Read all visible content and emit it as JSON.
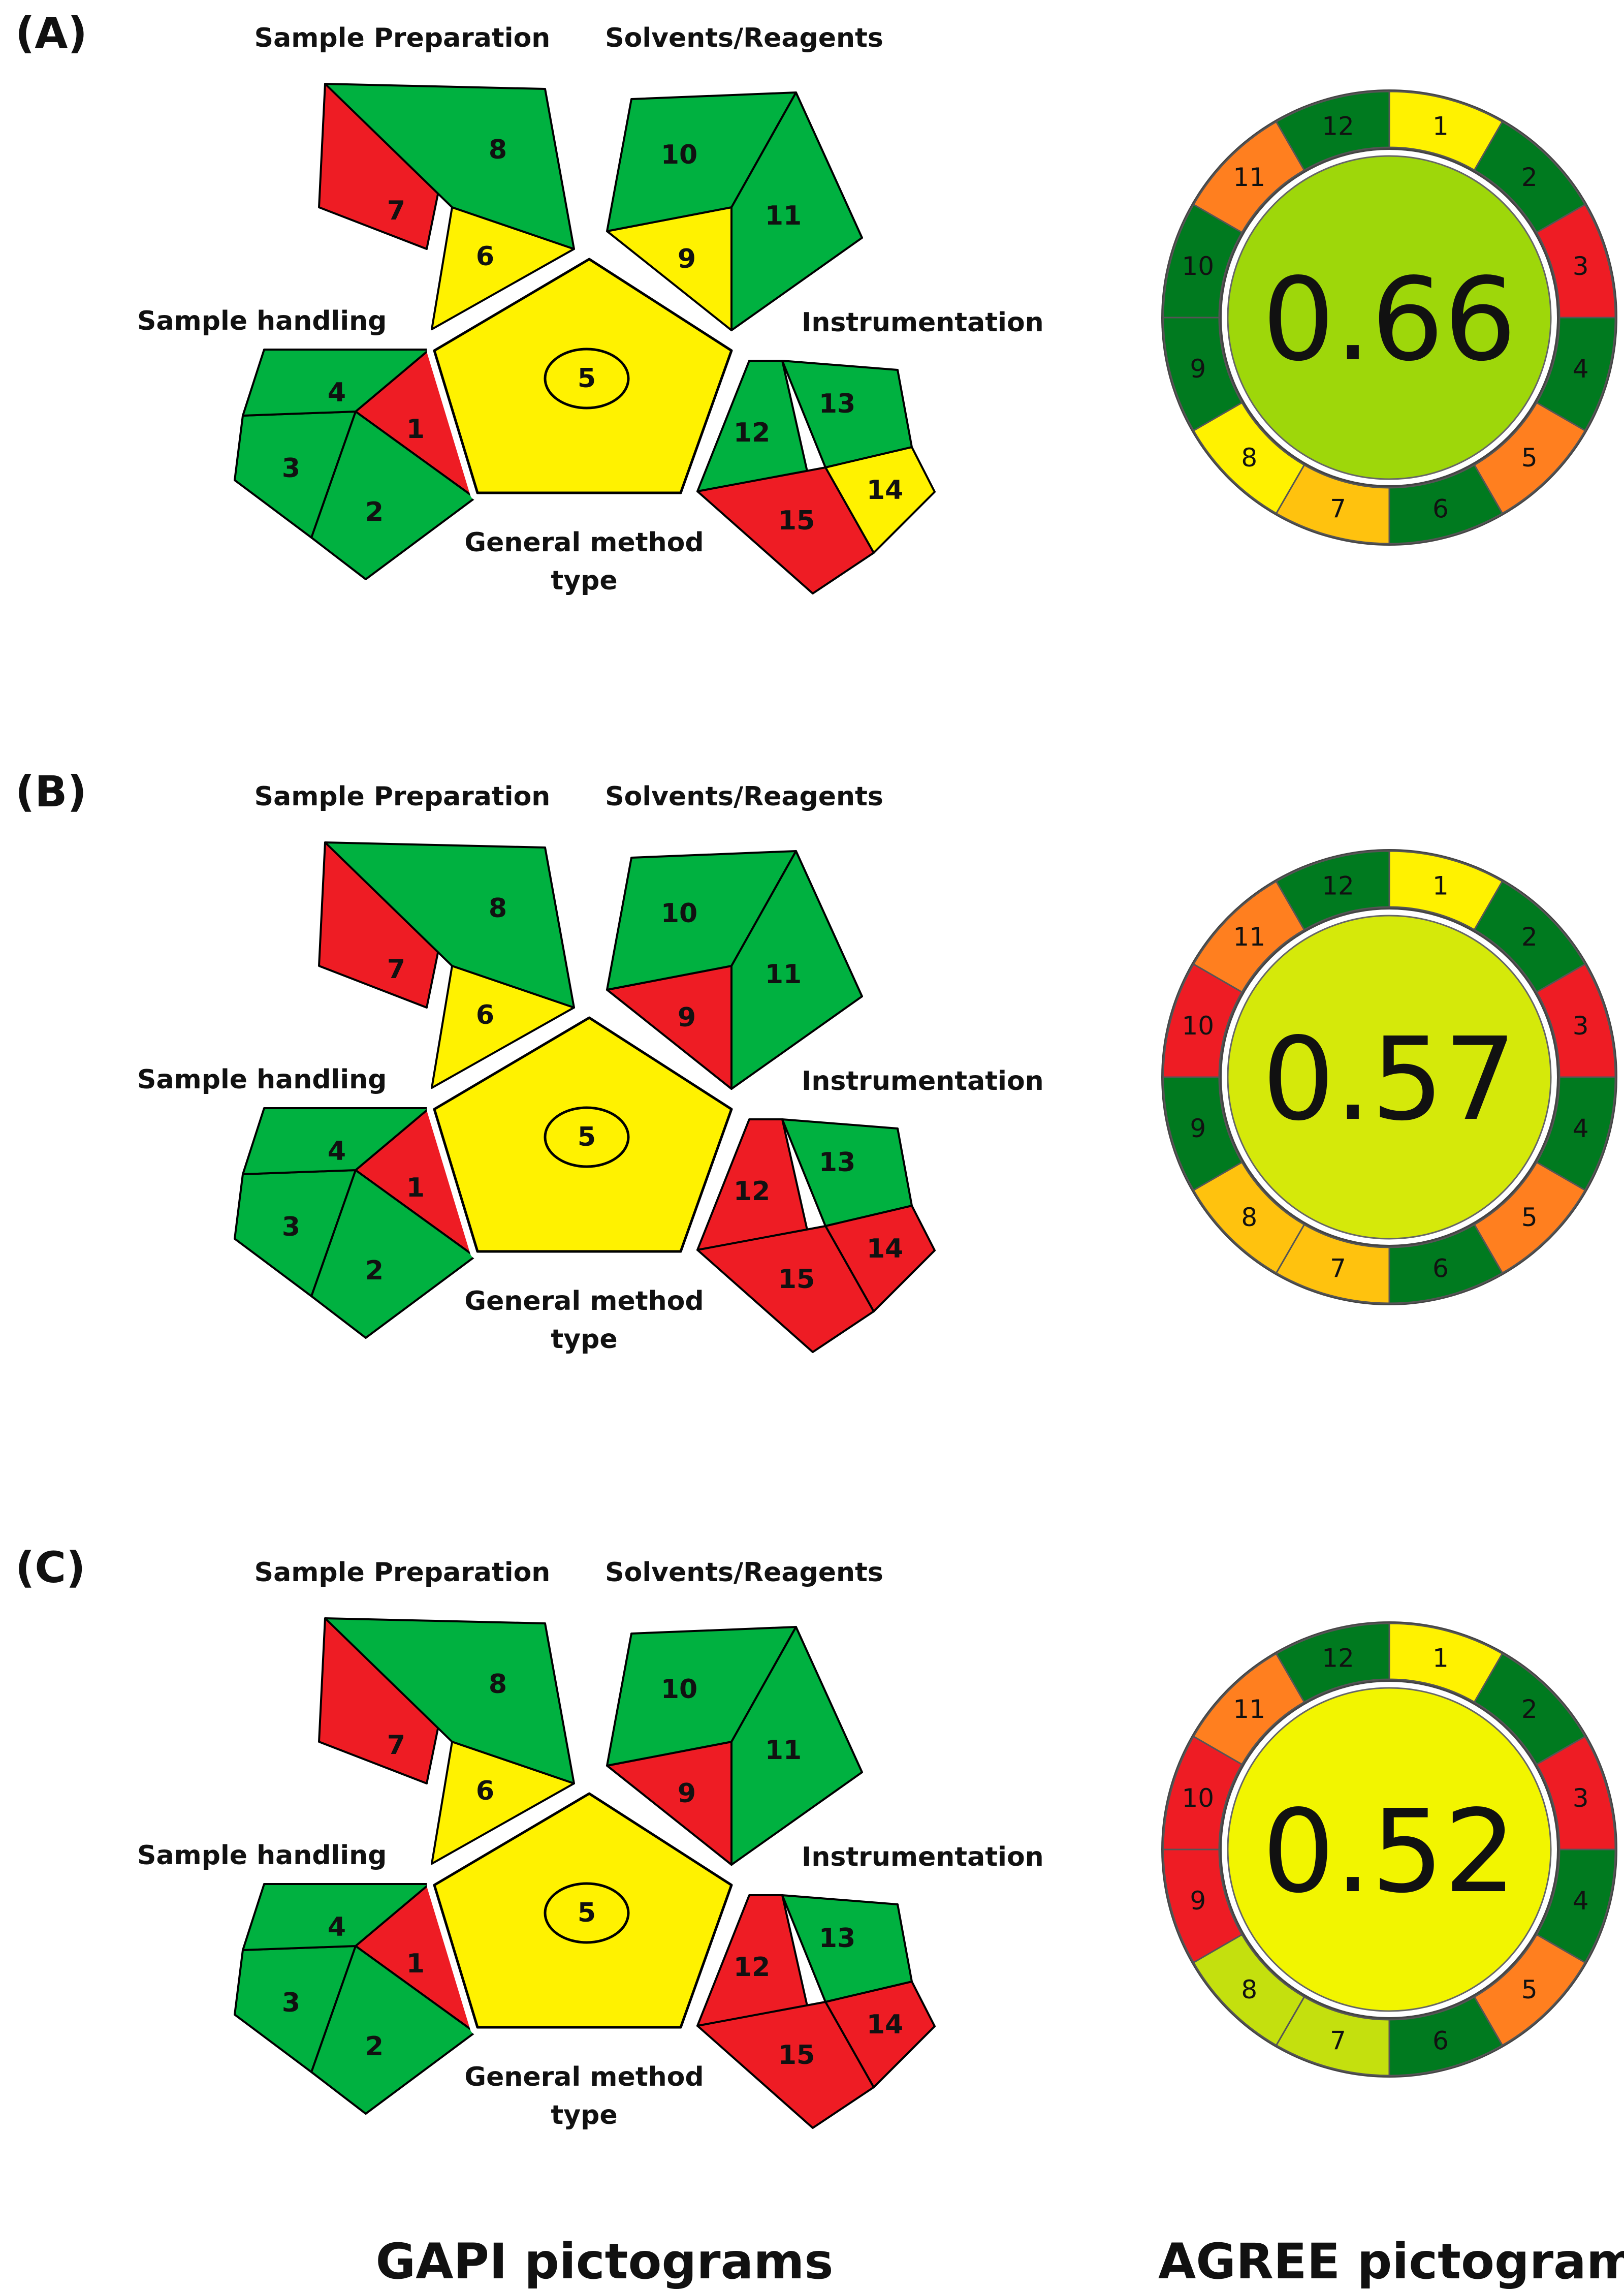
{
  "colors": {
    "green": "#00B140",
    "dark_green": "#007A1F",
    "red": "#EE1C24",
    "yellow": "#FFF200",
    "orange": "#FF7F1F",
    "amber": "#FFC20E",
    "light_green": "#C4E00E",
    "lime": "#9ED70A",
    "yellow_green": "#D5E90A"
  },
  "gapi_labels": {
    "sample_preparation": "Sample Preparation",
    "solvents_reagents": "Solvents/Reagents",
    "sample_handling": "Sample handling",
    "instrumentation": "Instrumentation",
    "general_method_line1": "General method",
    "general_method_line2": "type"
  },
  "captions": {
    "gapi": "GAPI pictograms",
    "agree": "AGREE pictograms"
  },
  "panels": [
    {
      "label": "(A)",
      "gapi": {
        "1": "red",
        "2": "green",
        "3": "green",
        "4": "green",
        "5": "yellow",
        "6": "yellow",
        "7": "red",
        "8": "green",
        "9": "yellow",
        "10": "green",
        "11": "green",
        "12": "green",
        "13": "green",
        "14": "yellow",
        "15": "red"
      },
      "agree": {
        "score": "0.66",
        "center_color": "#9ED70A",
        "segments": [
          "yellow",
          "dark_green",
          "red",
          "dark_green",
          "orange",
          "dark_green",
          "amber",
          "yellow",
          "dark_green",
          "dark_green",
          "orange",
          "dark_green"
        ]
      }
    },
    {
      "label": "(B)",
      "gapi": {
        "1": "red",
        "2": "green",
        "3": "green",
        "4": "green",
        "5": "yellow",
        "6": "yellow",
        "7": "red",
        "8": "green",
        "9": "red",
        "10": "green",
        "11": "green",
        "12": "red",
        "13": "green",
        "14": "red",
        "15": "red"
      },
      "agree": {
        "score": "0.57",
        "center_color": "#D5E90A",
        "segments": [
          "yellow",
          "dark_green",
          "red",
          "dark_green",
          "orange",
          "dark_green",
          "amber",
          "amber",
          "dark_green",
          "red",
          "orange",
          "dark_green"
        ]
      }
    },
    {
      "label": "(C)",
      "gapi": {
        "1": "red",
        "2": "green",
        "3": "green",
        "4": "green",
        "5": "yellow",
        "6": "yellow",
        "7": "red",
        "8": "green",
        "9": "red",
        "10": "green",
        "11": "green",
        "12": "red",
        "13": "green",
        "14": "red",
        "15": "red"
      },
      "agree": {
        "score": "0.52",
        "center_color": "#F2F500",
        "segments": [
          "yellow",
          "dark_green",
          "red",
          "dark_green",
          "orange",
          "dark_green",
          "light_green",
          "light_green",
          "red",
          "red",
          "orange",
          "dark_green"
        ]
      }
    }
  ]
}
